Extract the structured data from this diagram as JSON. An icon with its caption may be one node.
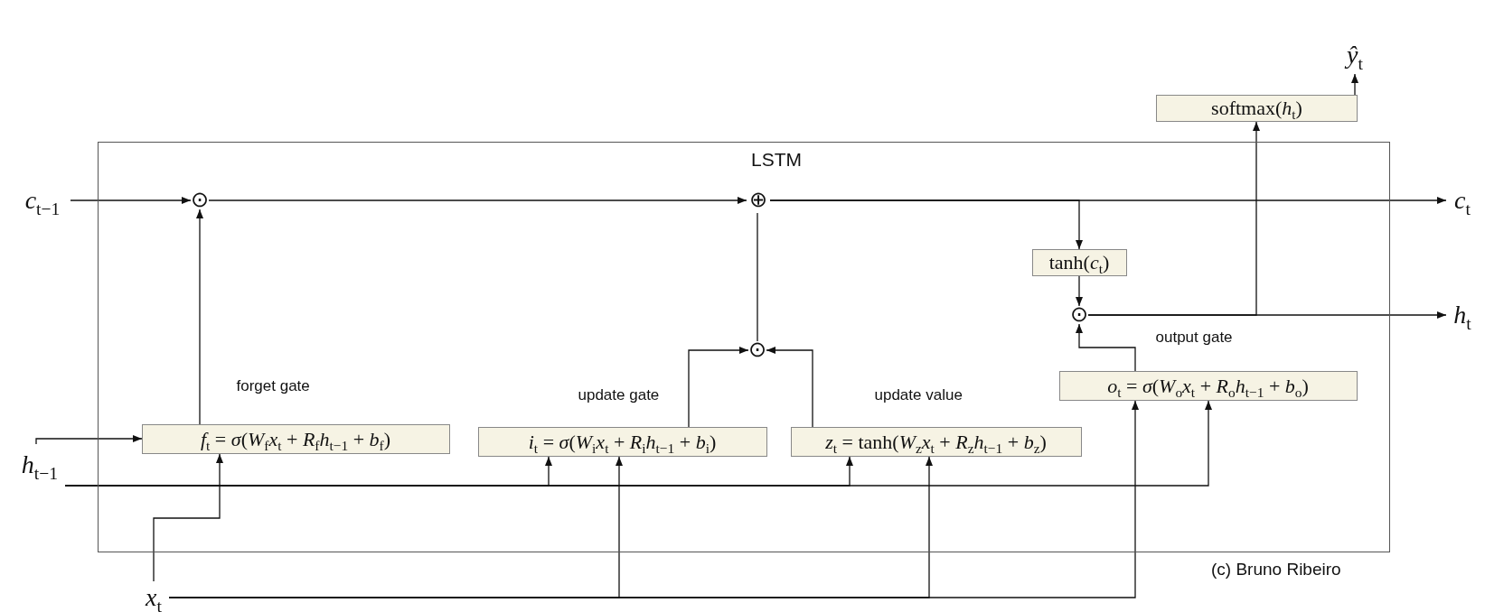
{
  "diagram": {
    "nodes": [
      {
        "text": [
          "*ŷ*$_{t}$"
        ]
      },
      {
        "text": [
          "softmax(*h*$_{t}$)"
        ]
      },
      {
        "text": [
          "LSTM"
        ]
      },
      {
        "text": [
          "*c*$_{t−1}$"
        ]
      },
      {
        "text": [
          "⊙"
        ],
        "in": 2
      },
      {
        "text": [
          "⊕"
        ],
        "in": 2
      },
      {
        "text": [
          "*c*$_{t}$"
        ]
      },
      {
        "text": [
          "tanh(*c*$_{t}$)"
        ],
        "in": 2
      },
      {
        "text": [
          "⊙"
        ],
        "in": 2
      },
      {
        "text": [
          "*h*$_{t}$"
        ]
      },
      {
        "text": [
          "⊙"
        ],
        "in": 2
      },
      {
        "text": [
          "*o*$_{t}$ = *σ*(*W*$_{o}$*x*$_{t}$ + *R*$_{o}$*h*$_{t−1}$ + *b*$_{o}$)"
        ],
        "in": 2,
        "beside": [
          "output gate"
        ]
      },
      {
        "text": [
          "*f*$_{t}$ = *σ*(*W*$_{f}$*x*$_{t}$ + *R*$_{f}$*h*$_{t−1}$ + *b*$_{f}$)"
        ],
        "in": 2,
        "beside": [
          "forget gate"
        ]
      },
      {
        "text": [
          "*i*$_{t}$ = *σ*(*W*$_{i}$*x*$_{t}$ + *R*$_{i}$*h*$_{t−1}$ + *b*$_{i}$)"
        ],
        "in": 2,
        "beside": [
          "update gate"
        ]
      },
      {
        "text": [
          "*z*$_{t}$ = tanh(*W*$_{z}$*x*$_{t}$ + *R*$_{z}$*h*$_{t−1}$ + *b*$_{z}$)"
        ],
        "in": 2,
        "beside": [
          "update value"
        ]
      },
      {
        "text": [
          "*h*$_{t−1}$"
        ]
      },
      {
        "text": [
          "*x*$_{t}$"
        ]
      }
    ],
    "edges": [
      {
        "from": 3,
        "to": 4,
        "arrow": "to"
      },
      {
        "from": 4,
        "to": 5,
        "arrow": "to"
      },
      {
        "from": 5,
        "to": 6,
        "arrow": "to"
      },
      {
        "from": 5,
        "to": 7,
        "arrow": "to"
      },
      {
        "from": 7,
        "to": 8,
        "arrow": "to"
      },
      {
        "from": 8,
        "to": 9,
        "arrow": "to"
      },
      {
        "from": 8,
        "to": 1,
        "arrow": "to"
      },
      {
        "from": 1,
        "to": 0,
        "arrow": "to"
      },
      {
        "from": 12,
        "to": 4,
        "arrow": "to"
      },
      {
        "from": 13,
        "to": 10,
        "arrow": "to"
      },
      {
        "from": 14,
        "to": 10,
        "arrow": "to"
      },
      {
        "from": 10,
        "to": 5,
        "arrow": "none"
      },
      {
        "from": 11,
        "to": 8,
        "arrow": "to"
      },
      {
        "from": 15,
        "to": 12,
        "arrow": "to"
      },
      {
        "from": 15,
        "to": 13,
        "arrow": "to"
      },
      {
        "from": 15,
        "to": 14,
        "arrow": "to"
      },
      {
        "from": 15,
        "to": 11,
        "arrow": "to"
      },
      {
        "from": 16,
        "to": 12,
        "arrow": "to"
      },
      {
        "from": 16,
        "to": 13,
        "arrow": "to"
      },
      {
        "from": 16,
        "to": 14,
        "arrow": "to"
      },
      {
        "from": 16,
        "to": 11,
        "arrow": "to"
      }
    ],
    "labels": [
      "(c) Bruno Ribeiro"
    ]
  }
}
